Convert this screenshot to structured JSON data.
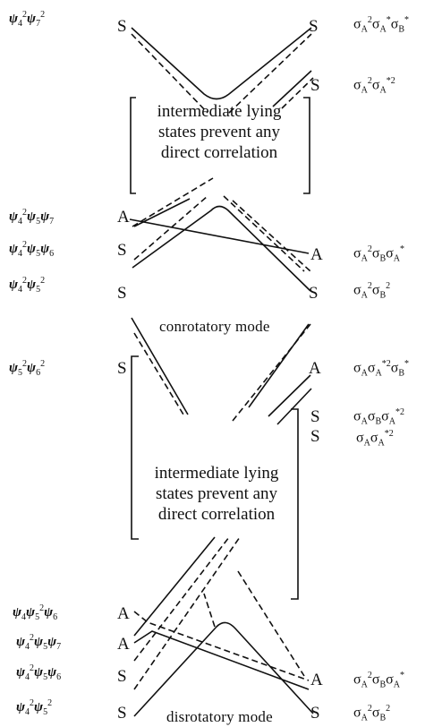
{
  "conrotatory": {
    "caption": "conrotatory mode",
    "note": [
      "intermediate lying",
      "states prevent any",
      "direct correlation"
    ],
    "left_states": [
      "ψ4²ψ7²",
      "ψ4²ψ5ψ7",
      "ψ4²ψ5ψ6",
      "ψ4²ψ5²"
    ],
    "right_states": [
      "σA²σA*σB*",
      "σA²σA*²",
      "σA²σBσA*",
      "σA²σB²"
    ],
    "left_symmetry": [
      "S",
      "A",
      "S",
      "S"
    ],
    "right_symmetry": [
      "S",
      "S",
      "A",
      "S"
    ]
  },
  "disrotatory": {
    "caption": "disrotatory mode",
    "note": [
      "intermediate lying",
      "states prevent any",
      "direct correlation"
    ],
    "left_states": [
      "ψ5²ψ6²",
      "ψ4ψ5²ψ6",
      "ψ4²ψ5ψ7",
      "ψ4²ψ5ψ6",
      "ψ4²ψ5²"
    ],
    "right_states": [
      "σAσA*²σB*",
      "σAσBσA*²",
      "σAσA*²",
      "σA²σBσA*",
      "σA²σB²"
    ],
    "left_symmetry": [
      "S",
      "A",
      "A",
      "S",
      "S"
    ],
    "right_symmetry": [
      "A",
      "S",
      "S",
      "A",
      "S"
    ]
  }
}
